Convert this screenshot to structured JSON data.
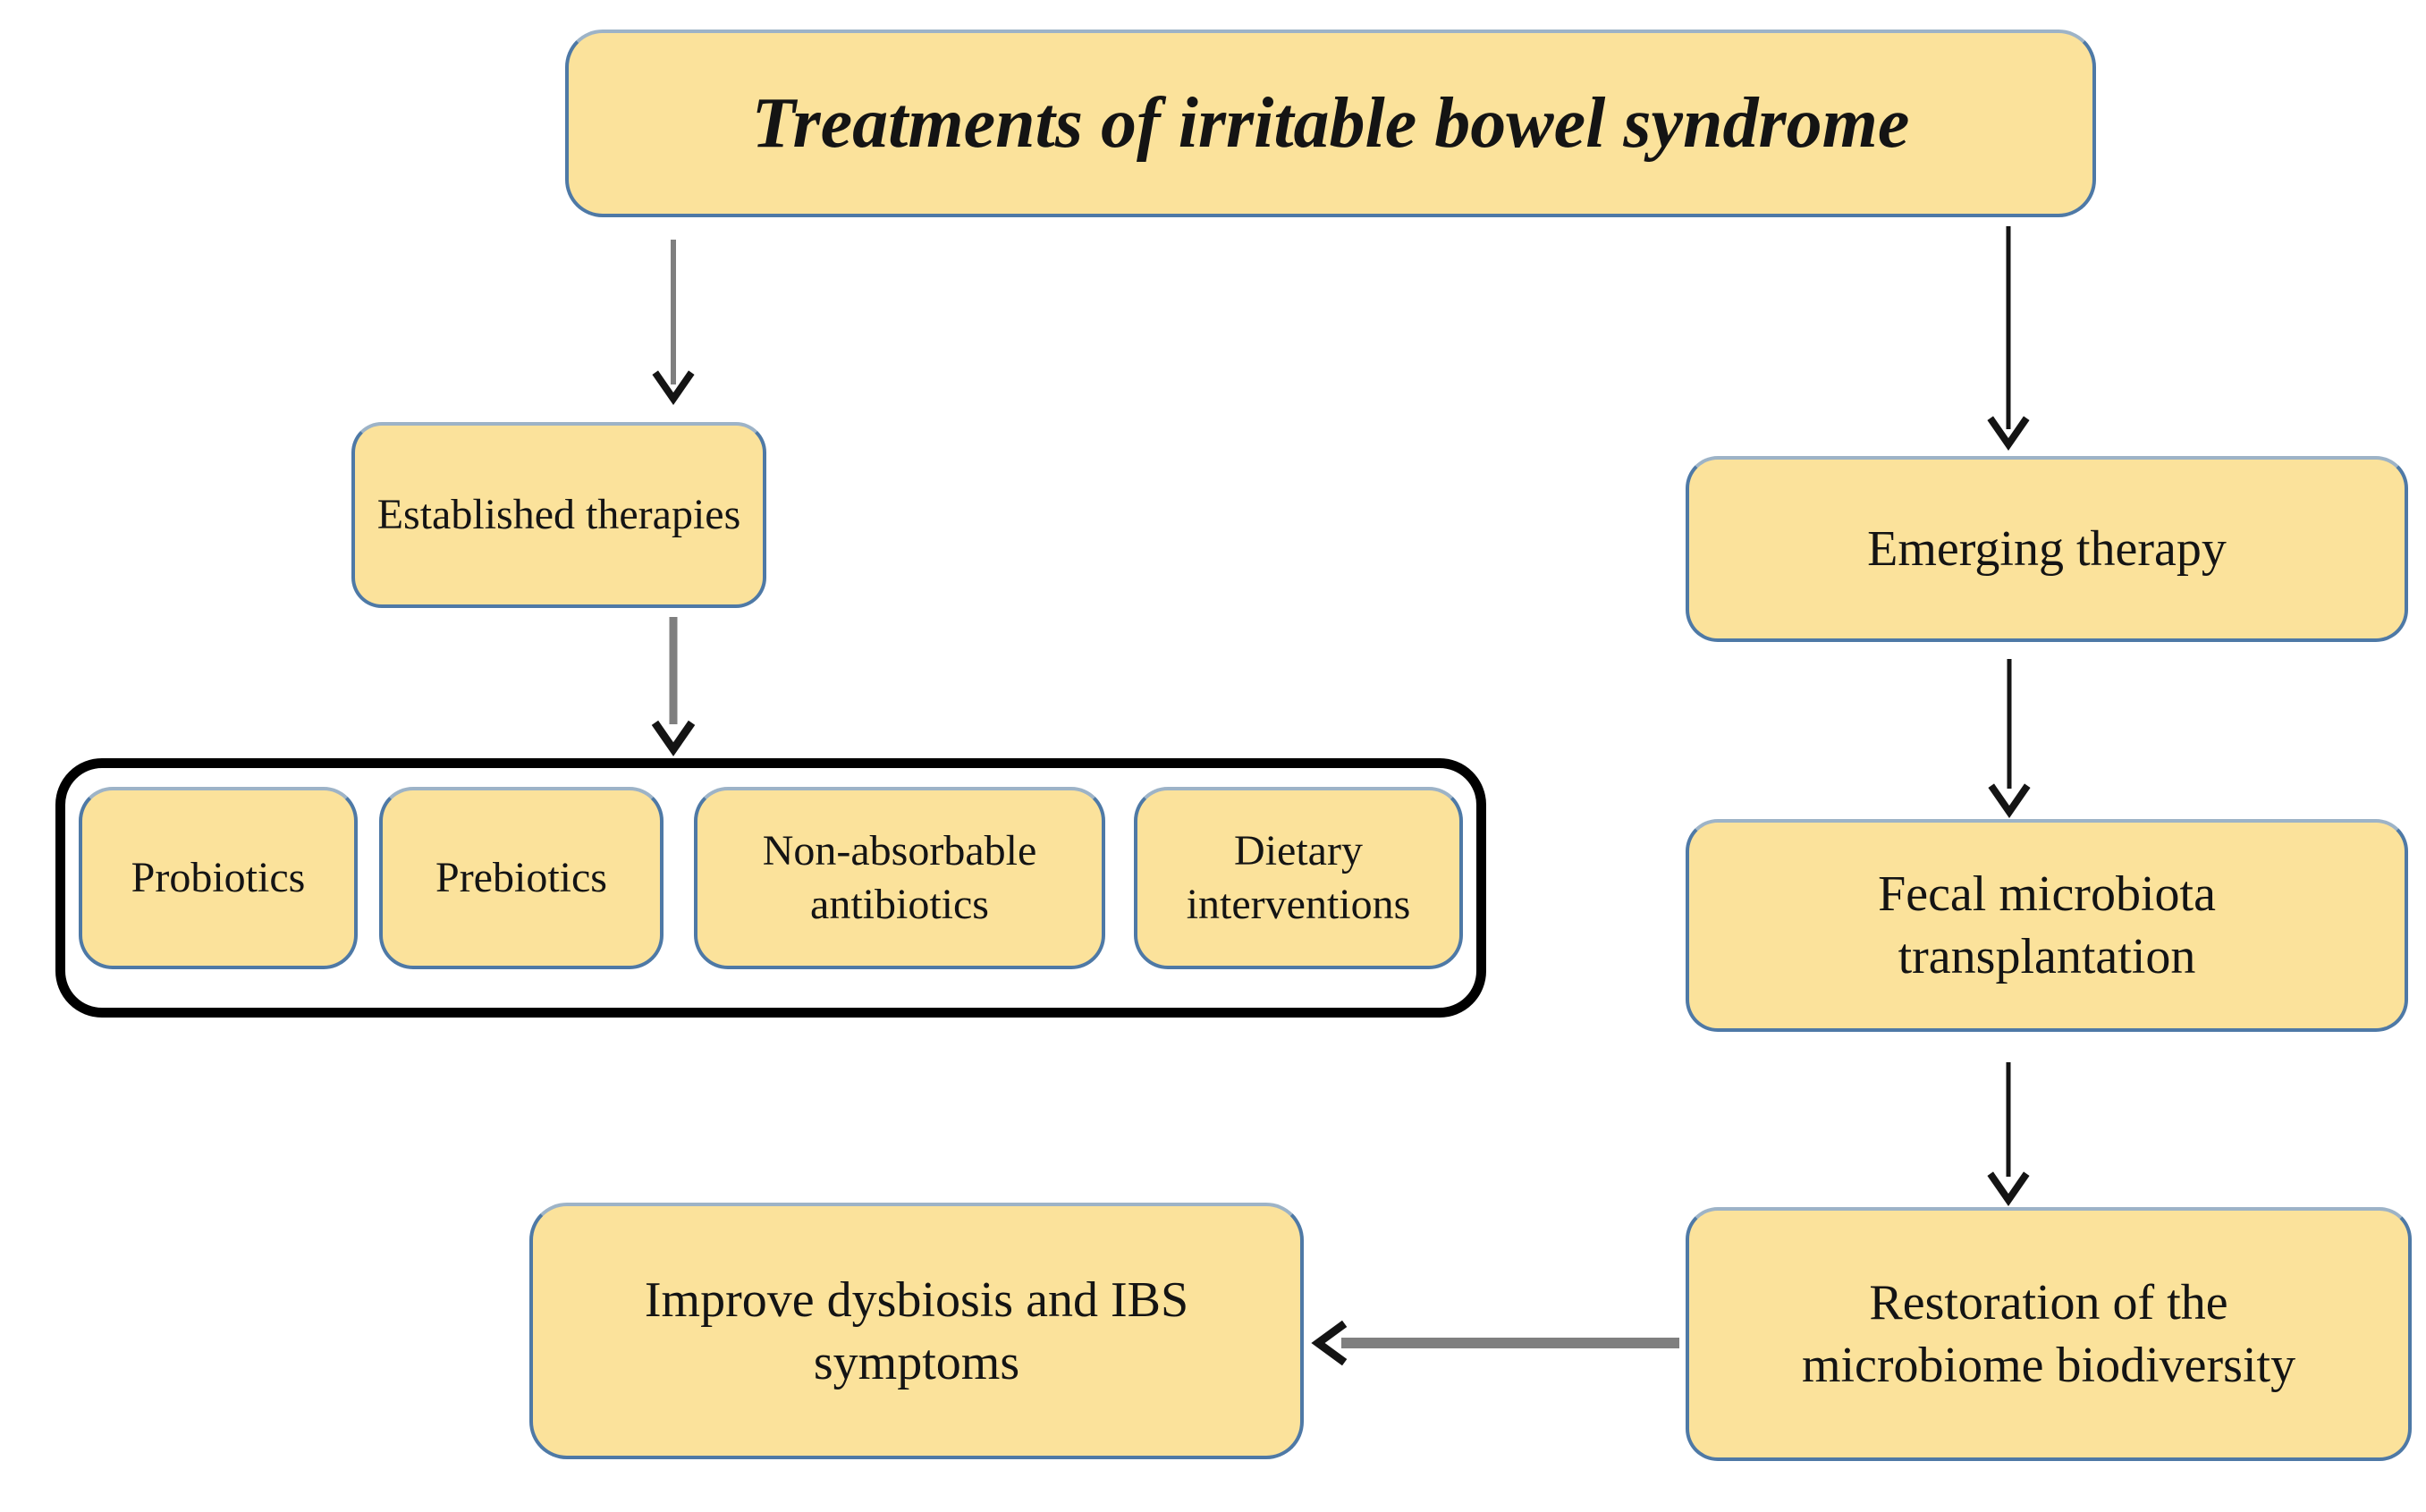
{
  "diagram": {
    "title": "Treatments of irritable bowel syndrome",
    "branches": {
      "left_root": "Established therapies",
      "right_root": "Emerging therapy"
    },
    "established_group": {
      "items": [
        {
          "label": "Probiotics"
        },
        {
          "label": "Prebiotics"
        },
        {
          "label": "Non-absorbable antibiotics"
        },
        {
          "label": "Dietary interventions"
        }
      ]
    },
    "emerging_chain": {
      "step1": "Fecal microbiota transplantation",
      "step2": "Restoration of the microbiome biodiversity"
    },
    "outcome": "Improve dysbiosis and IBS symptoms",
    "colors": {
      "node_fill": "#FBE29B",
      "node_border": "#4E79A6",
      "group_border": "#000000",
      "arrow_gray": "#7f7f7f",
      "arrow_black": "#141414",
      "background": "#FFFFFF"
    }
  }
}
